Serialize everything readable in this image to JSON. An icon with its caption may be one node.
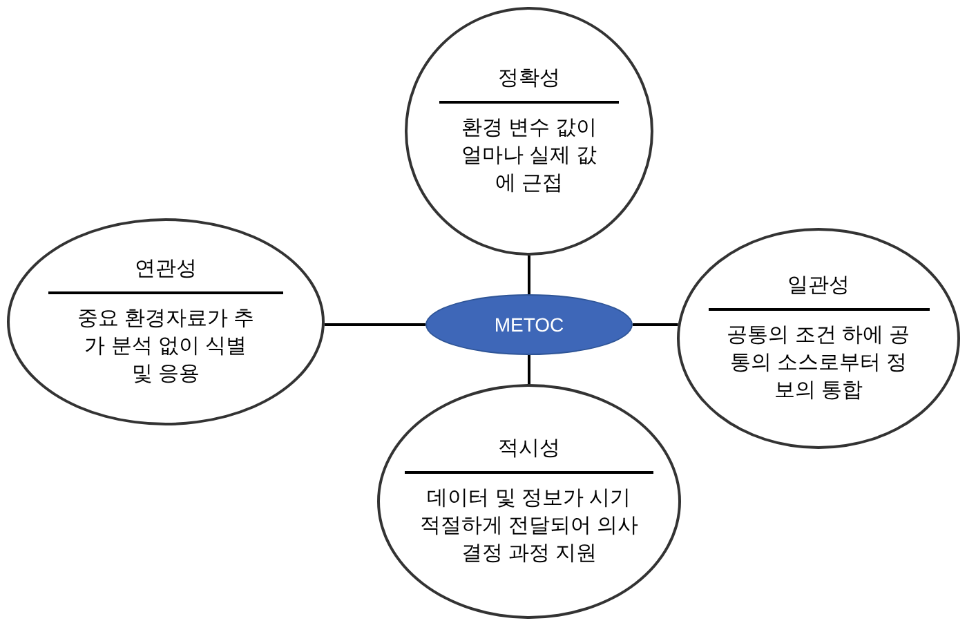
{
  "diagram": {
    "nodes": [
      {
        "text": [
          "정확성",
          "환경 변수 값이 얼마나 실제 값에 근접"
        ]
      },
      {
        "text": [
          "연관성",
          "중요 환경자료가 추가 분석 없이 식별 및 응용"
        ]
      },
      {
        "text": [
          "METOC"
        ]
      },
      {
        "text": [
          "일관성",
          "공통의 조건 하에 공통의 소스로부터 정보의 통합"
        ]
      },
      {
        "text": [
          "적시성",
          "데이터 및 정보가 시기 적절하게 전달되어 의사결정 과정 지원"
        ]
      }
    ],
    "edges": [
      {
        "from": 2,
        "to": 0,
        "arrow": "none"
      },
      {
        "from": 2,
        "to": 1,
        "arrow": "none"
      },
      {
        "from": 2,
        "to": 3,
        "arrow": "none"
      },
      {
        "from": 2,
        "to": 4,
        "arrow": "none"
      }
    ]
  }
}
